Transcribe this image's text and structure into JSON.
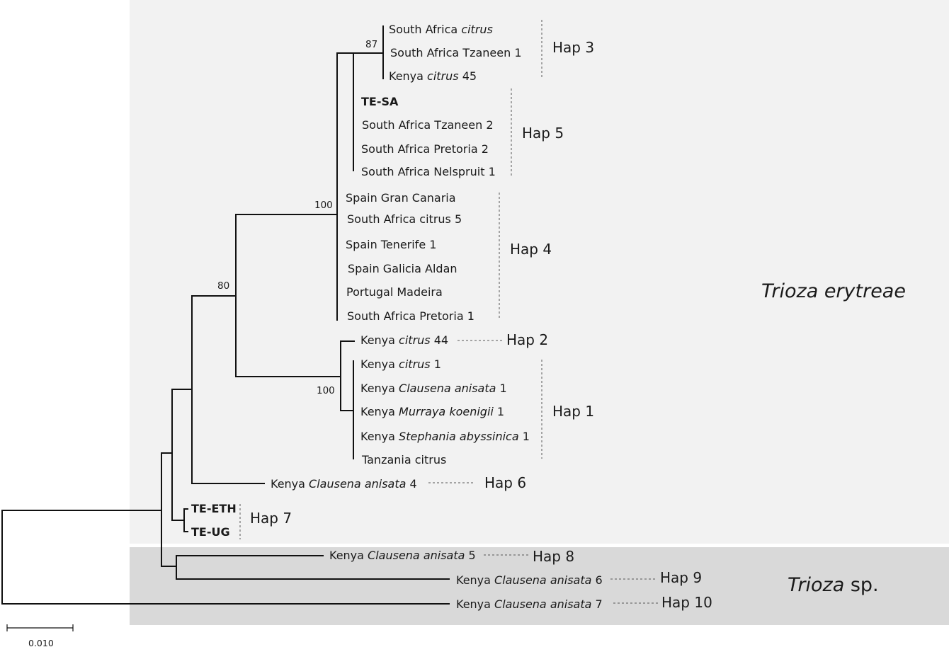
{
  "clade_labels": {
    "erytreae": "Trioza erytreae",
    "sp_genus": "Trioza",
    "sp_suffix": "sp."
  },
  "scale_bar": "0.010",
  "bootstrap": {
    "b87": "87",
    "b100_top": "100",
    "b80": "80",
    "b100_bottom": "100"
  },
  "haplotypes": {
    "hap1": "Hap 1",
    "hap2": "Hap 2",
    "hap3": "Hap 3",
    "hap4": "Hap 4",
    "hap5": "Hap 5",
    "hap6": "Hap 6",
    "hap7": "Hap 7",
    "hap8": "Hap 8",
    "hap9": "Hap 9",
    "hap10": "Hap 10"
  },
  "taxa": {
    "sa_citrus": {
      "a": "South Africa ",
      "b": "citrus",
      "c": ""
    },
    "sa_tzaneen1": {
      "a": "South Africa Tzaneen 1"
    },
    "kenya_citrus45": {
      "a": "Kenya ",
      "b": "citrus",
      "c": " 45"
    },
    "te_sa": {
      "a": "TE-SA"
    },
    "sa_tzaneen2": {
      "a": "South Africa Tzaneen 2"
    },
    "sa_pretoria2": {
      "a": "South Africa Pretoria 2"
    },
    "sa_nelspruit1": {
      "a": "South Africa Nelspruit 1"
    },
    "spain_gc": {
      "a": "Spain Gran Canaria"
    },
    "sa_citrus5": {
      "a": "South Africa citrus 5"
    },
    "spain_ten1": {
      "a": "Spain Tenerife 1"
    },
    "spain_gal": {
      "a": "Spain Galicia Aldan"
    },
    "portugal_mad": {
      "a": "Portugal Madeira"
    },
    "sa_pretoria1": {
      "a": "South Africa Pretoria 1"
    },
    "kenya_citrus44": {
      "a": "Kenya ",
      "b": "citrus",
      "c": " 44"
    },
    "kenya_citrus1": {
      "a": "Kenya ",
      "b": "citrus",
      "c": " 1"
    },
    "kenya_clau1": {
      "a": "Kenya ",
      "b": "Clausena anisata",
      "c": " 1"
    },
    "kenya_murr1": {
      "a": "Kenya ",
      "b": "Murraya koenigii",
      "c": " 1"
    },
    "kenya_steph1": {
      "a": "Kenya ",
      "b": "Stephania abyssinica",
      "c": " 1"
    },
    "tanzania": {
      "a": "Tanzania citrus"
    },
    "kenya_clau4": {
      "a": "Kenya ",
      "b": "Clausena anisata",
      "c": " 4"
    },
    "te_eth": {
      "a": "TE-ETH"
    },
    "te_ug": {
      "a": "TE-UG"
    },
    "kenya_clau5": {
      "a": "Kenya ",
      "b": "Clausena anisata",
      "c": " 5"
    },
    "kenya_clau6": {
      "a": "Kenya ",
      "b": "Clausena anisata",
      "c": " 6"
    },
    "kenya_clau7": {
      "a": "Kenya ",
      "b": "Clausena anisata",
      "c": " 7"
    }
  }
}
